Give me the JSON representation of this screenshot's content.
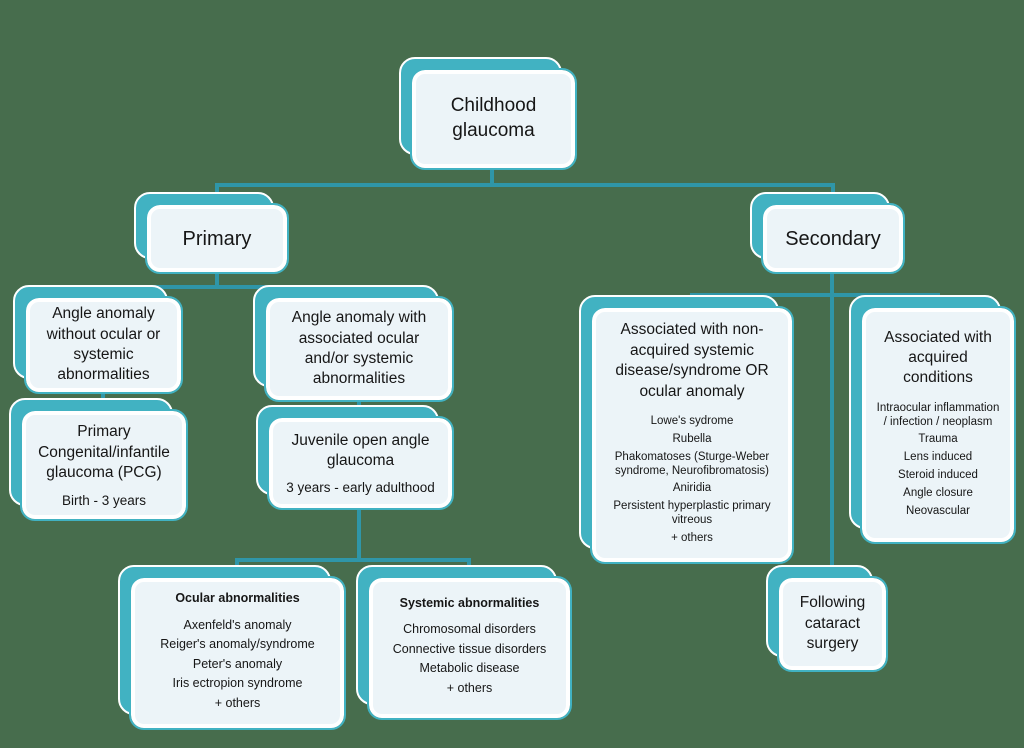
{
  "colors": {
    "background": "#476d4d",
    "accent_teal": "#41b2c2",
    "connector_teal": "#2f96a8",
    "box_fill": "#ecf4f8",
    "text": "#161616"
  },
  "nodes": {
    "root": {
      "title": "Childhood glaucoma"
    },
    "primary": {
      "title": "Primary"
    },
    "secondary": {
      "title": "Secondary"
    },
    "angle_without": {
      "title": "Angle anomaly without ocular or systemic abnormalities"
    },
    "pcg": {
      "title": "Primary Congenital/infantile glaucoma (PCG)",
      "subtitle": "Birth - 3 years"
    },
    "angle_with": {
      "title": "Angle anomaly with associated ocular and/or systemic abnormalities"
    },
    "juvenile": {
      "title": "Juvenile open angle glaucoma",
      "subtitle": "3 years - early adulthood"
    },
    "ocular": {
      "title": "Ocular abnormalities",
      "items": [
        "Axenfeld's anomaly",
        "Reiger's anomaly/syndrome",
        "Peter's anomaly",
        "Iris ectropion syndrome",
        "+ others"
      ]
    },
    "systemic": {
      "title": "Systemic abnormalities",
      "items": [
        "Chromosomal disorders",
        "Connective tissue disorders",
        "Metabolic disease",
        "+ others"
      ]
    },
    "non_acquired": {
      "title": "Associated with non-acquired systemic disease/syndrome OR ocular anomaly",
      "items": [
        "Lowe's sydrome",
        "Rubella",
        "Phakomatoses (Sturge-Weber syndrome, Neurofibromatosis)",
        "Aniridia",
        "Persistent hyperplastic primary vitreous",
        "+ others"
      ]
    },
    "acquired": {
      "title": "Associated with acquired conditions",
      "items": [
        "Intraocular inflammation / infection / neoplasm",
        "Trauma",
        "Lens induced",
        "Steroid induced",
        "Angle closure",
        "Neovascular"
      ]
    },
    "cataract": {
      "title": "Following cataract surgery"
    }
  }
}
